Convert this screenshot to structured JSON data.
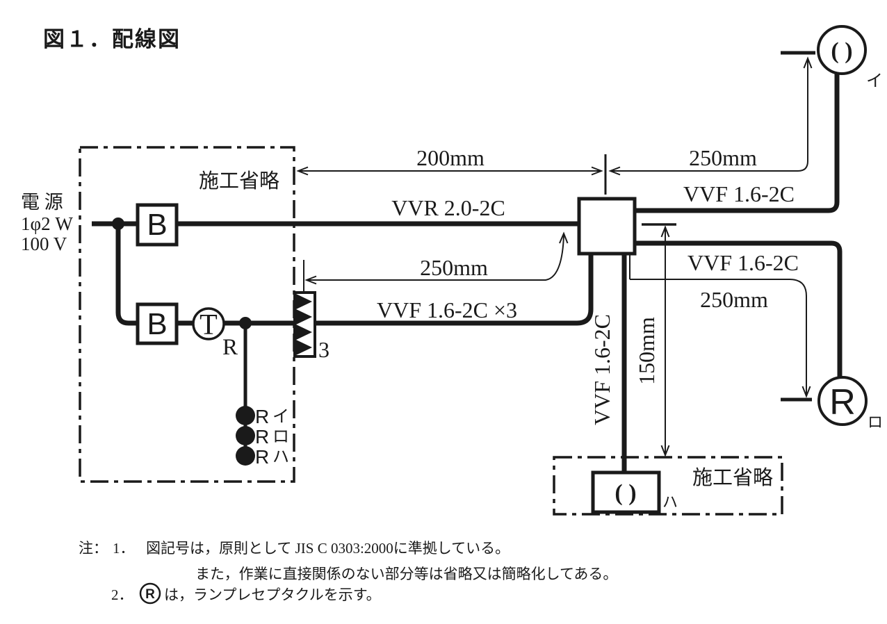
{
  "colors": {
    "ink": "#1a1a1a",
    "background": "#ffffff"
  },
  "title": "図１．配線図",
  "power_source": {
    "line1": "電 源",
    "line2": "1φ2 W",
    "line3": "100 V"
  },
  "left_area": {
    "label": "施工省略"
  },
  "bottom_area": {
    "label": "施工省略"
  },
  "breakers": {
    "top": "B",
    "bottom": "B"
  },
  "timer": {
    "letter": "T",
    "subscript": "R"
  },
  "terminal_block": {
    "poles": "3"
  },
  "remote_switches": [
    {
      "letter": "R",
      "kana": "イ"
    },
    {
      "letter": "R",
      "kana": "ロ"
    },
    {
      "letter": "R",
      "kana": "ハ"
    }
  ],
  "lamps": {
    "i": {
      "glyph": "( )",
      "label": "イ"
    },
    "ro": {
      "letter": "R",
      "label": "ロ"
    },
    "ha": {
      "glyph": "( )",
      "label": "ハ"
    }
  },
  "cables": {
    "vvr": "VVR 2.0-2C",
    "vvf_x3": "VVF 1.6-2C ×3",
    "vvf_to_i": "VVF 1.6-2C",
    "vvf_to_ro": "VVF 1.6-2C",
    "vvf_to_ha": "VVF 1.6-2C"
  },
  "dimensions": {
    "box_to_left": "200mm",
    "block_to_box": "250mm",
    "box_to_i": "250mm",
    "box_to_ro": "250mm",
    "box_to_ha": "150mm"
  },
  "notes": {
    "prefix": "注：",
    "item1_no": "1．",
    "item1_line1": "図記号は，原則として JIS C 0303:2000に準拠している。",
    "item1_line2": "また，作業に直接関係のない部分等は省略又は簡略化してある。",
    "item2_no": "2．",
    "item2_symbol": "R",
    "item2_text": "は，ランプレセプタクルを示す。"
  }
}
